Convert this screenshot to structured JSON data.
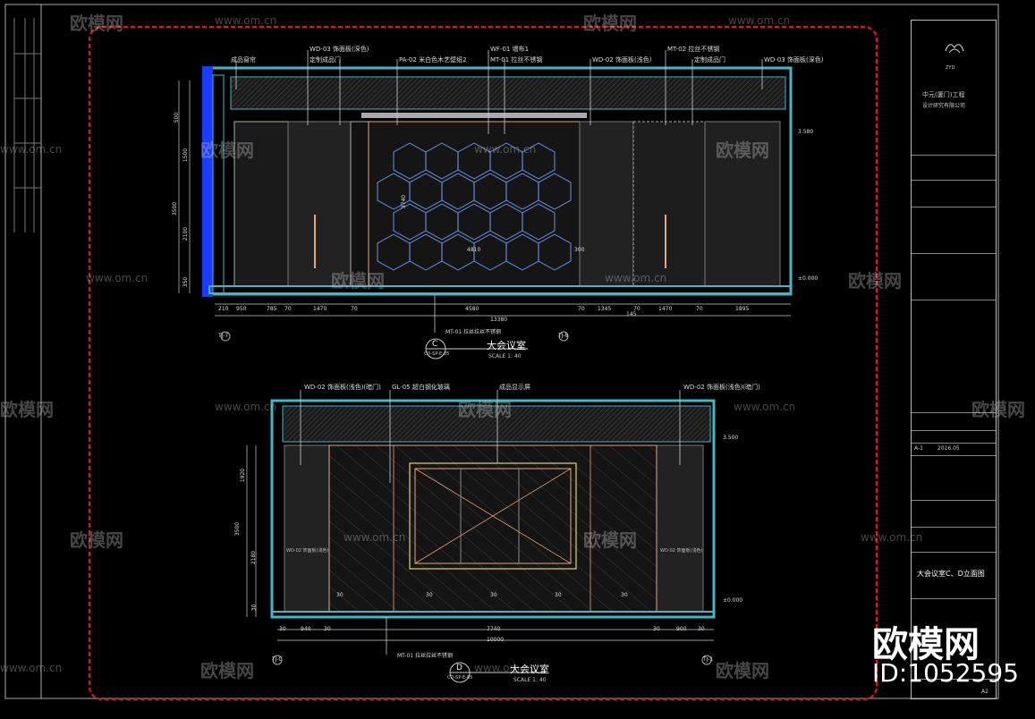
{
  "drawing_c": {
    "labels": [
      "成品窗帘",
      "WD-03 饰面板(深色)",
      "定制成品门",
      "PA-02 米白色木艺壁纸2",
      "WF-01 墙布1",
      "MT-01 拉丝不锈钢",
      "WD-02 饰面板(浅色)",
      "MT-02 拉丝不锈钢",
      "定制成品门",
      "WD-03 饰面板(深色)"
    ],
    "bottom_dims": [
      "210",
      "950",
      "785",
      "70",
      "1470",
      "70",
      "4580",
      "70",
      "1345",
      "70",
      "1470",
      "70",
      "1895"
    ],
    "total_dim": "13380",
    "sub_dim": "145",
    "left_dims": [
      "500",
      "1500",
      "3500",
      "2100",
      "350"
    ],
    "center_dims": [
      "4810",
      "3740",
      "300"
    ],
    "material_callout": "MT-01 拉丝拉丝不锈钢",
    "level_top": "3.580",
    "level_bottom": "±0.000",
    "axis_left": "TJ-7",
    "axis_right": "TJ-8",
    "tag_letter": "C",
    "tag_sub": "CD-SP-E-05",
    "title": "大会议室",
    "scale": "SCALE 1: 40"
  },
  "drawing_d": {
    "labels": [
      "WD-02 饰面板(浅色)(暗门)",
      "GL-05 超白钢化玻璃",
      "成品显示屏",
      "WD-02 饰面板(浅色)(暗门)"
    ],
    "left_dims": [
      "1920",
      "3500",
      "2180",
      "30"
    ],
    "bottom_dims": [
      "30",
      "940",
      "30",
      "30",
      "900",
      "30"
    ],
    "mid_dim": "7740",
    "total_dim": "10000",
    "inner_dims": [
      "30",
      "30",
      "30",
      "30",
      "30"
    ],
    "material_callout": "MT-01 拉丝拉丝不锈钢",
    "level_top": "3.500",
    "level_bottom": "±0.000",
    "side_left_text": "WD-02 饰面板(浅色)",
    "side_right_text": "WD-02 饰面板(浅色)",
    "axis_left": "TJ-C",
    "axis_right": "TJ-1",
    "tag_letter": "D",
    "tag_sub": "CD-SP-E-05",
    "title": "大会议室",
    "scale": "SCALE 1: 40"
  },
  "title_block": {
    "company_line1": "中元(厦门)工程",
    "company_line2": "设计研究有限公司",
    "logo_text": "ZYD",
    "rev_a": "A-1",
    "rev_date": "2016.05",
    "sheet_title": "大会议室C、D立面图",
    "sheet_no": "A2"
  },
  "watermarks": {
    "brand": "欧模网",
    "url": "www.om.cn",
    "id": "ID:1052595"
  }
}
